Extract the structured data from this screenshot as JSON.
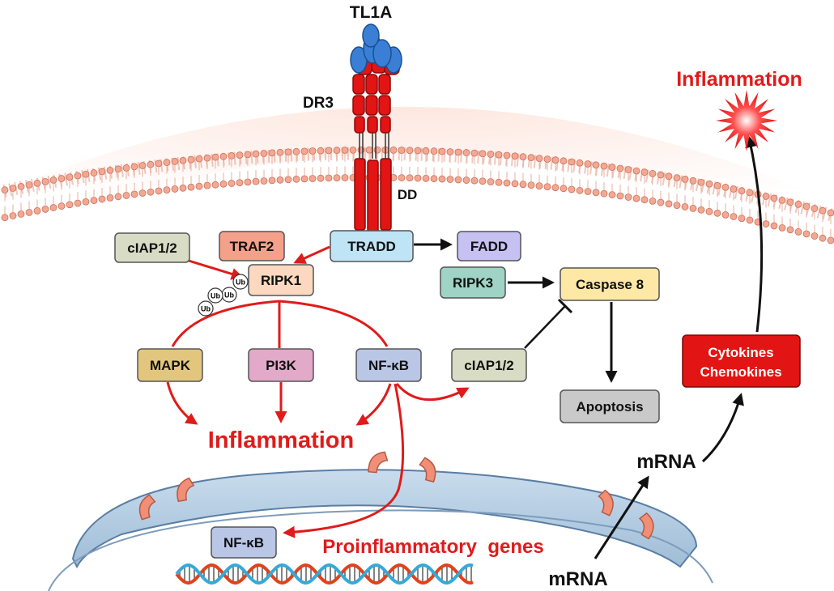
{
  "ligand": {
    "label": "TL1A"
  },
  "receptor": {
    "label": "DR3",
    "death_domain": "DD"
  },
  "nodes": {
    "ciap_top": "cIAP1/2",
    "traf2": "TRAF2",
    "tradd": "TRADD",
    "fadd": "FADD",
    "ripk1": "RIPK1",
    "ripk3": "RIPK3",
    "caspase8": "Caspase 8",
    "mapk": "MAPK",
    "pi3k": "PI3K",
    "nfkb": "NF-κB",
    "ciap_mid": "cIAP1/2",
    "apoptosis": "Apoptosis",
    "nfkb_nuclear": "NF-κB",
    "cytokines_line1": "Cytokines",
    "cytokines_line2": "Chemokines"
  },
  "ub_label": "Ub",
  "labels": {
    "inflammation_center": "Inflammation",
    "inflammation_top_right": "Inflammation",
    "proinflammatory_genes": "Proinflammatory  genes",
    "mrna_lower": "mRNA",
    "mrna_upper": "mRNA"
  },
  "colors": {
    "activation_arrow": "#e01b1b",
    "signal_arrow": "#111111",
    "receptor": "#e21414",
    "ligand": "#3a7fd5",
    "membrane": "#f2b8a5",
    "nucleus": "#a9c6df",
    "inflammation_text": "#e01b1b",
    "ciap": "#d9dcc4",
    "traf2": "#f4a08a",
    "tradd": "#bfe4f5",
    "fadd": "#c6c1f2",
    "ripk1": "#fbd8bf",
    "ripk3": "#9fd3c5",
    "caspase8": "#fde8a6",
    "mapk": "#e3c67e",
    "pi3k": "#e2a9c9",
    "nfkb": "#b9c6e6",
    "apoptosis": "#c9c9c9",
    "cytokines": "#e21414"
  }
}
